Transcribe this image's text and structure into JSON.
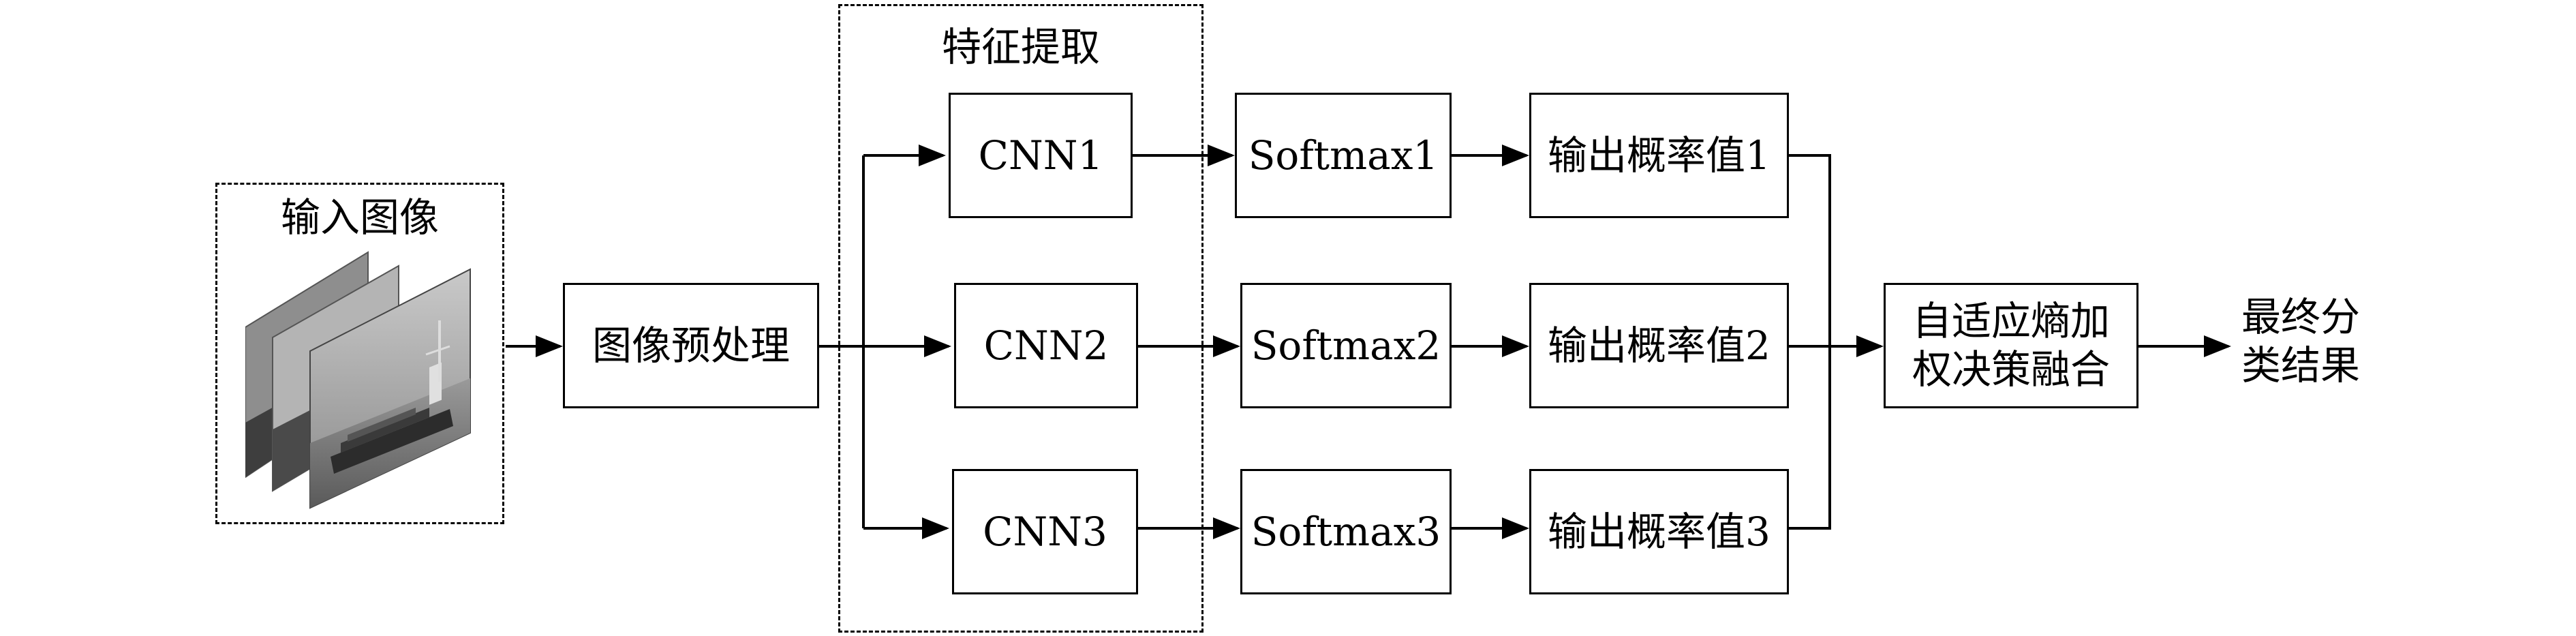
{
  "input_group": {
    "title": "输入图像"
  },
  "feature_group": {
    "title": "特征提取"
  },
  "nodes": {
    "preprocess": "图像预处理",
    "cnn1": "CNN1",
    "cnn2": "CNN2",
    "cnn3": "CNN3",
    "softmax1": "Softmax1",
    "softmax2": "Softmax2",
    "softmax3": "Softmax3",
    "prob1": "输出概率值1",
    "prob2": "输出概率值2",
    "prob3": "输出概率值3",
    "fusion": "自适应熵加\n权决策融合"
  },
  "output": {
    "result": "最终分\n类结果"
  },
  "colors": {
    "stroke": "#000000",
    "background": "#ffffff"
  }
}
